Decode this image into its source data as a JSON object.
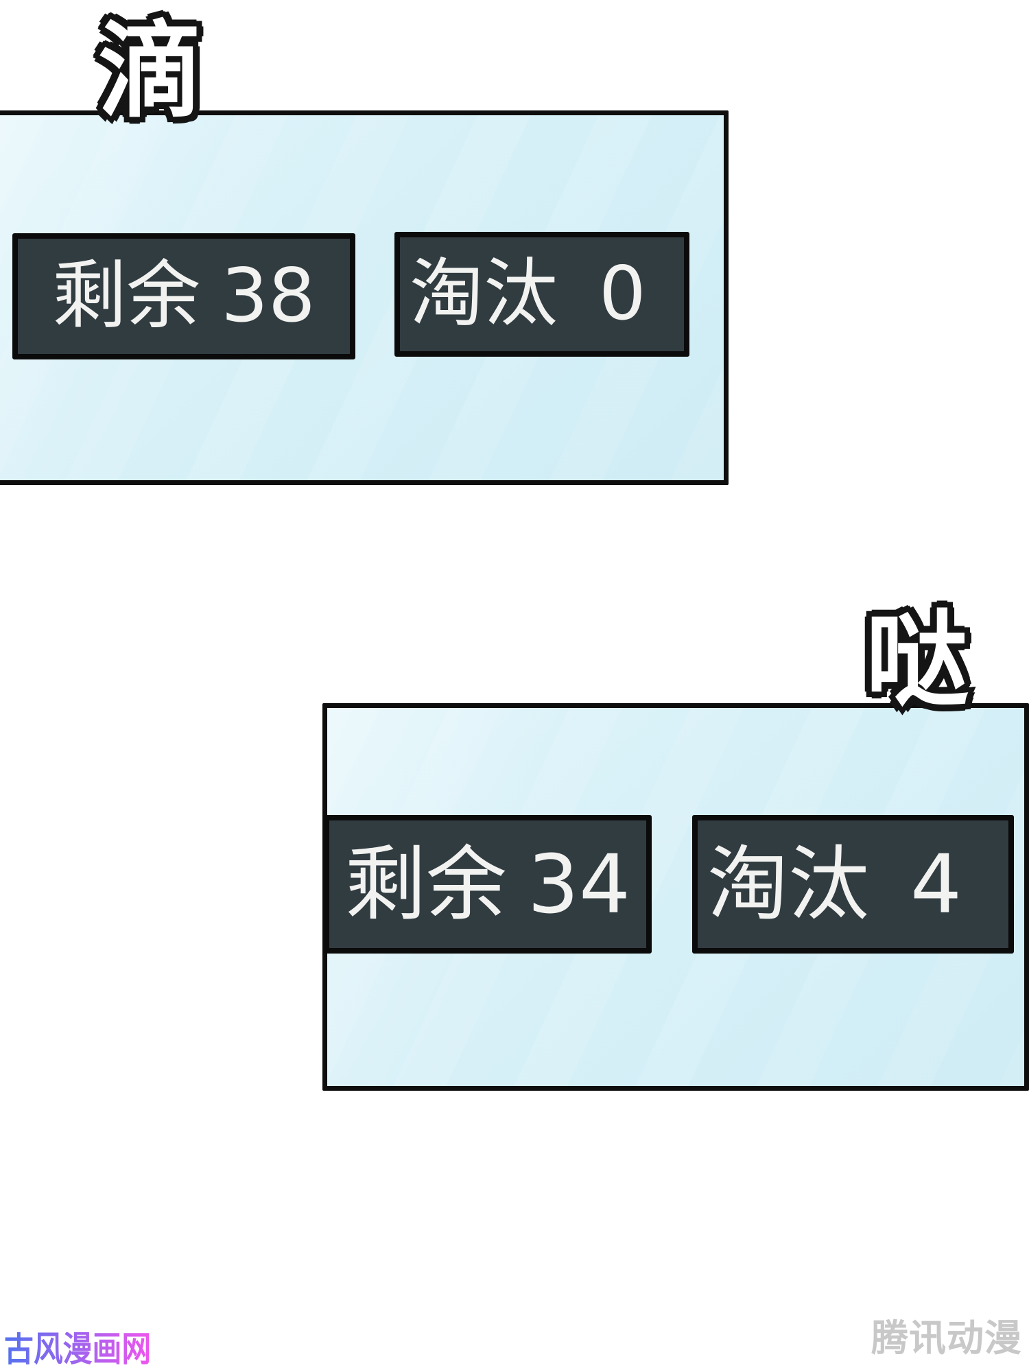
{
  "colors": {
    "page-bg": "#ffffff",
    "panel-border": "#0e0e0e",
    "panel-grad-a": "#def4fa",
    "panel-grad-b": "#cfecf5",
    "badge-bg": "#313c41",
    "badge-border": "#0b0b0b",
    "badge-text": "#f2f3f1",
    "sfx-fill": "#ffffff",
    "sfx-stroke": "#151515",
    "wm-grad-a": "#5272ee",
    "wm-grad-b": "#ef55ee",
    "wm-right": "#c8c8c8"
  },
  "panels": [
    {
      "name": "top",
      "sfx": "滴",
      "badges": [
        {
          "label": "剩余",
          "value": "38"
        },
        {
          "label": "淘汰",
          "value": "0"
        }
      ]
    },
    {
      "name": "bottom",
      "sfx": "哒",
      "badges": [
        {
          "label": "剩余",
          "value": "34"
        },
        {
          "label": "淘汰",
          "value": "4"
        }
      ]
    }
  ],
  "watermarks": {
    "bottom_left": "古风漫画网",
    "bottom_right": "腾讯动漫"
  }
}
